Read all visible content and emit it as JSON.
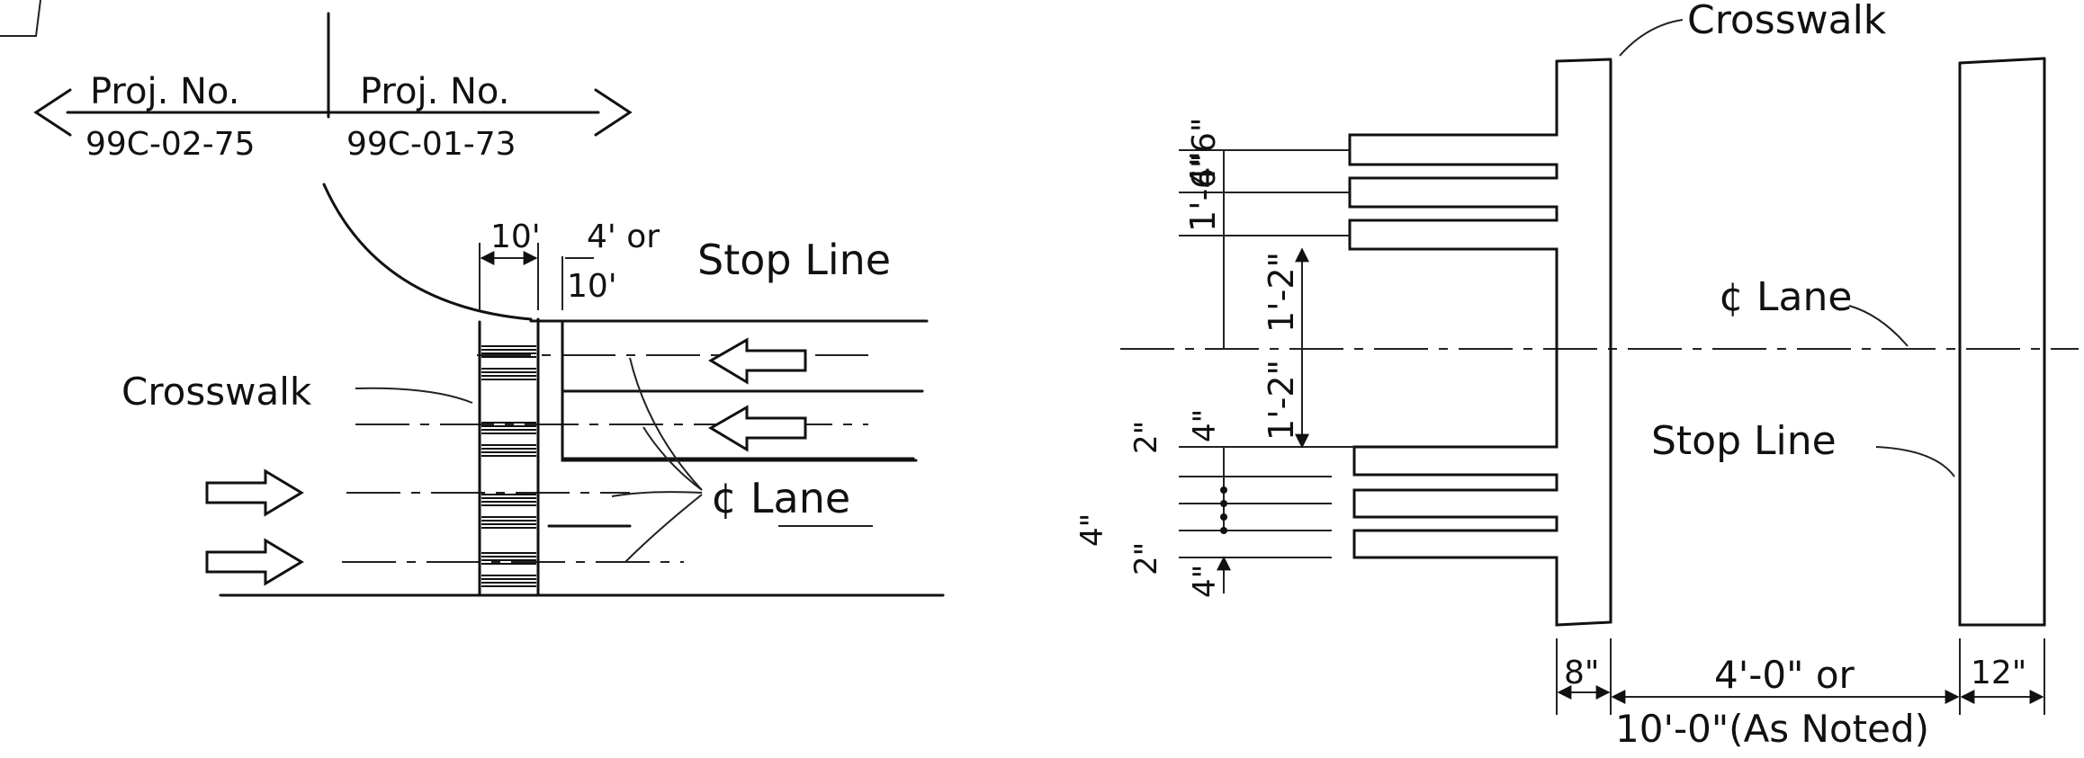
{
  "left_plan": {
    "proj_label_left": "Proj. No.",
    "proj_number_left": "99C-02-75",
    "proj_label_right": "Proj. No.",
    "proj_number_right": "99C-01-73",
    "dim_crosswalk_width": "10'",
    "dim_gap_line1": "4' or",
    "dim_gap_line2": "10'",
    "stop_line_label": "Stop Line",
    "crosswalk_label": "Crosswalk",
    "lane_centerline_label": "¢ Lane"
  },
  "right_detail": {
    "crosswalk_label": "Crosswalk",
    "lane_centerline_label": "¢ Lane",
    "stop_line_label": "Stop Line",
    "dim_6in_a": "6\"",
    "dim_6in_b": "6\"",
    "dim_1ft4in": "1'-4\"",
    "dim_1ft2in_a": "1'-2\"",
    "dim_1ft2in_b": "1'-2\"",
    "dim_4in_a": "4\"",
    "dim_2in_a": "2\"",
    "dim_4in_b": "4\"",
    "dim_2in_b": "2\"",
    "dim_4in_c": "4\"",
    "dim_8in": "8\"",
    "dim_gap_line1": "4'-0\" or",
    "dim_gap_line2": "10'-0\"(As  Noted)",
    "dim_12in": "12\""
  },
  "colors": {
    "ink": "#111111",
    "paper": "#ffffff"
  }
}
